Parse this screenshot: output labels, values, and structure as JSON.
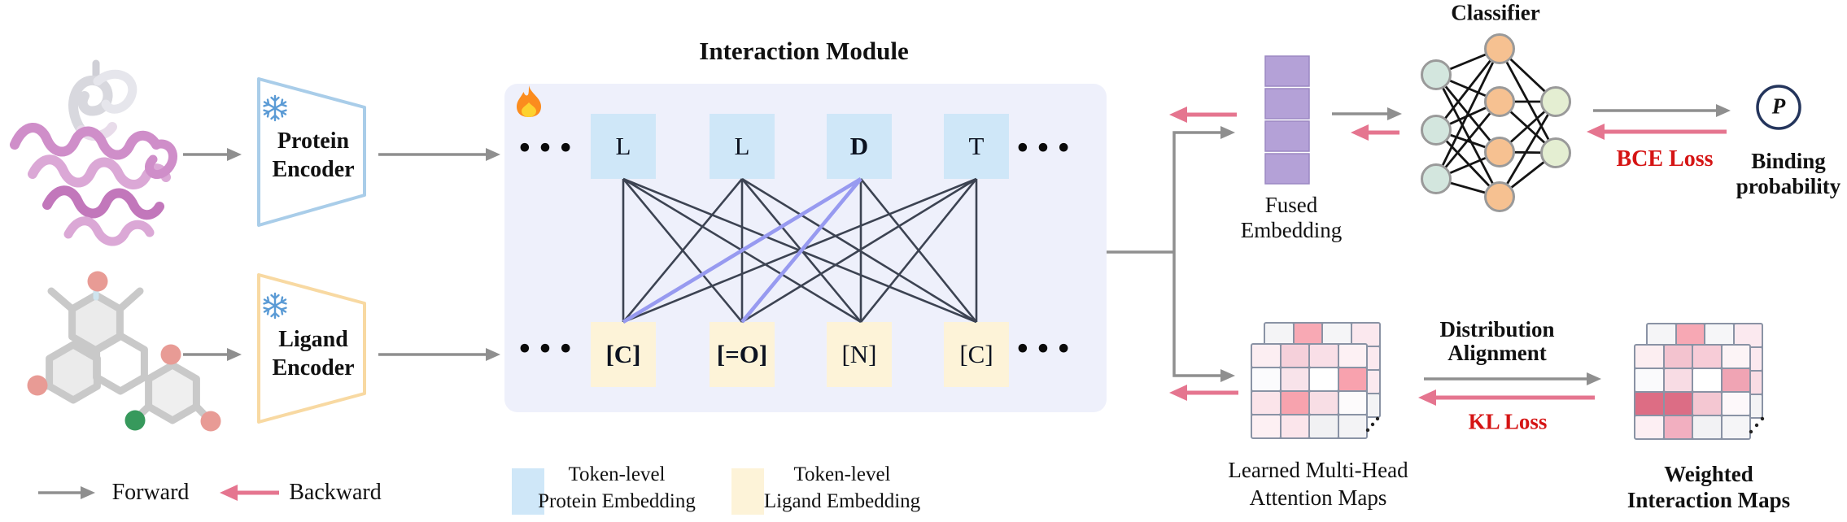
{
  "interaction_module": {
    "title": "Interaction Module",
    "ellipsis": "•••",
    "protein_tokens": {
      "t1": "L",
      "t2": "L",
      "t3": "D",
      "t4": "T"
    },
    "ligand_tokens": {
      "t1": "[C]",
      "t2": "[=O]",
      "t3": "[N]",
      "t4": "[C]"
    },
    "highlighted_connections": [
      [
        "D",
        "[C]"
      ],
      [
        "D",
        "[=O]"
      ]
    ],
    "trainable_icon": "flame-icon"
  },
  "encoders": {
    "protein": {
      "line1": "Protein",
      "line2": "Encoder",
      "frozen_icon": "snowflake-icon"
    },
    "ligand": {
      "line1": "Ligand",
      "line2": "Encoder",
      "frozen_icon": "snowflake-icon"
    }
  },
  "fused_embedding": {
    "line1": "Fused",
    "line2": "Embedding"
  },
  "classifier": {
    "title": "Classifier",
    "loss": "BCE Loss",
    "output_symbol": "P",
    "output_label": {
      "line1": "Binding",
      "line2": "probability"
    }
  },
  "alignment": {
    "line1": "Distribution",
    "line2": "Alignment",
    "loss": "KL Loss"
  },
  "attention_maps": {
    "label": {
      "line1": "Learned Multi-Head",
      "line2": "Attention Maps"
    },
    "front": [
      [
        "#fceef2",
        "#f5d0da",
        "#f9dfe7",
        "#fdf1f4"
      ],
      [
        "#fbfbfd",
        "#f8e3ea",
        "#ffffff",
        "#f8a2ae"
      ],
      [
        "#fbe4ea",
        "#f7a3ae",
        "#f8dee5",
        "#fdfbfc"
      ],
      [
        "#fdf0f3",
        "#fbe5eb",
        "#f1f1f3",
        "#f3f3f5"
      ]
    ],
    "back": [
      [
        "#f4f4f6",
        "#f8a9b4",
        "#f5f5f7",
        "#fbe8ee"
      ],
      [
        "#f3f3f5",
        "#f3f3f5",
        "#f3f3f5",
        "#fbe9ef"
      ],
      [
        "#f3f3f5",
        "#f3f3f5",
        "#f3f3f5",
        "#fbe9ef"
      ],
      [
        "#f3f3f5",
        "#f3f3f5",
        "#f3f3f5",
        "#f3f3f5"
      ]
    ]
  },
  "weighted_maps": {
    "label": {
      "line1": "Weighted",
      "line2": "Interaction Maps"
    },
    "front": [
      [
        "#fceef1",
        "#f3c3cf",
        "#f7ccd7",
        "#fcf4f6"
      ],
      [
        "#fafafc",
        "#f8dce4",
        "#ffffff",
        "#f0a4b4"
      ],
      [
        "#dd6d84",
        "#dc6d85",
        "#f4c7d2",
        "#fdf8fa"
      ],
      [
        "#fdeff3",
        "#f2afc0",
        "#f2f2f4",
        "#f5f5f7"
      ]
    ],
    "back": [
      [
        "#f5f5f7",
        "#f7a8b4",
        "#f6f6f8",
        "#fbe9ef"
      ],
      [
        "#f3f3f5",
        "#f3f3f5",
        "#f3f3f5",
        "#fbe9ef"
      ],
      [
        "#f3f3f5",
        "#f3f3f5",
        "#f3f3f5",
        "#f9dce4"
      ],
      [
        "#f3f3f5",
        "#f3f3f5",
        "#f3f3f5",
        "#f3f3f5"
      ]
    ]
  },
  "legend": {
    "forward_label": "Forward",
    "backward_label": "Backward",
    "protein_embedding": {
      "line1": "Token-level",
      "line2": "Protein Embedding"
    },
    "ligand_embedding": {
      "line1": "Token-level",
      "line2": "Ligand Embedding"
    }
  },
  "colors": {
    "module_background": "#eef0fb",
    "protein_token": "#cfe7f8",
    "ligand_token": "#fdf3d8",
    "connection_line": "#3c4352",
    "highlight_line": "#979af0",
    "forward_arrow": "#8f8f8f",
    "backward_arrow": "#e5758f",
    "loss_text": "#d51414",
    "fused_embedding": "#b4a1d7",
    "protein_encoder_border": "#a9cde9",
    "ligand_encoder_border": "#f8d9a2",
    "classifier_input_node": "#d3e6de",
    "classifier_hidden_node": "#f6c191",
    "classifier_output_node": "#e4eed2",
    "probability_circle_border": "#24355c",
    "snowflake": "#5b9bd5",
    "map_grid_border": "#8a93a5"
  }
}
